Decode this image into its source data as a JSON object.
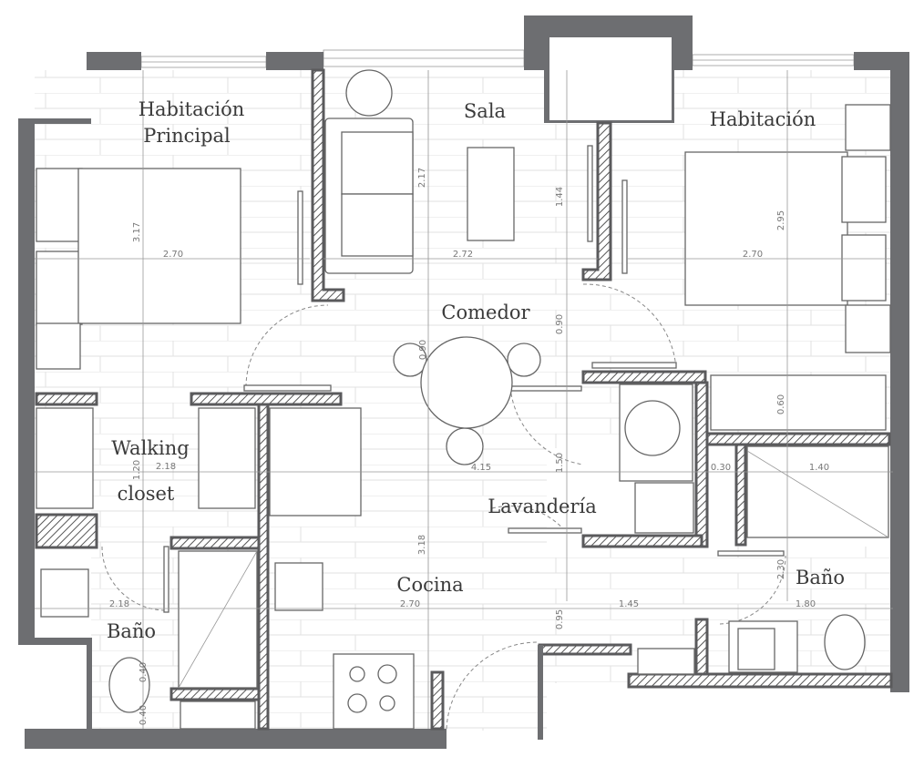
{
  "rooms": {
    "master_bedroom_line1": "Habitación",
    "master_bedroom_line2": "Principal",
    "living": "Sala",
    "bedroom": "Habitación",
    "dining": "Comedor",
    "closet_line1": "Walking",
    "closet_line2": "closet",
    "laundry": "Lavandería",
    "kitchen": "Cocina",
    "bath_left": "Baño",
    "bath_right": "Baño"
  },
  "dimensions": {
    "master_length": "3.17",
    "master_width": "2.70",
    "living_length": "2.17",
    "living_width": "2.72",
    "living_side": "1.44",
    "bedroom_length": "2.95",
    "bedroom_width": "2.70",
    "dining_chair": "0.90",
    "dining_gap": "0.90",
    "closet_length": "1.20",
    "closet_width": "2.18",
    "dining_width": "4.15",
    "hall": "1.50",
    "storage_depth": "0.60",
    "shower_width": "0.30",
    "bath_right_top": "1.40",
    "bath_left_width": "2.18",
    "kitchen_length": "3.18",
    "kitchen_width": "2.70",
    "entry": "0.95",
    "corridor": "1.45",
    "bath_right_width": "1.80",
    "bath_right_length": "2.30",
    "toilet_top": "0.40",
    "toilet_bottom": "0.40"
  }
}
